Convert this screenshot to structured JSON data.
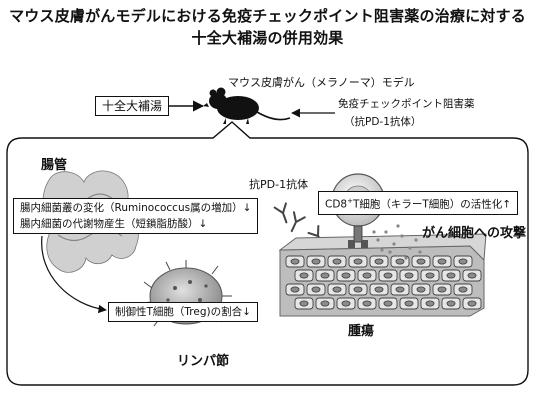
{
  "title": {
    "line1": "マウス皮膚がんモデルにおける免疫チェックポイント阻害薬の治療に対する",
    "line2": "十全大補湯の併用効果"
  },
  "top": {
    "herbal_medicine": "十全大補湯",
    "mouse_model": "マウス皮膚がん（メラノーマ）モデル",
    "inhibitor": "免疫チェックポイント阻害薬",
    "inhibitor_sub": "（抗PD-1抗体）"
  },
  "panel": {
    "intestine": "腸管",
    "microbe_line1": "腸内細菌叢の変化（Ruminococcus属の増加）↓",
    "microbe_line2": "腸内細菌の代謝物産生（短鎖脂肪酸）↓",
    "treg": "制御性T細胞（Treg)の割合↓",
    "lymph_node": "リンパ節",
    "antibody": "抗PD-1抗体",
    "cd8_prefix": "CD8",
    "cd8_sup": "+",
    "cd8_rest": "T細胞（キラーT細胞）の活性化↑",
    "attack": "がん細胞への攻撃",
    "tumor": "腫瘍"
  },
  "colors": {
    "line": "#111111",
    "panel_bg": "#ffffff",
    "tumor_cell": "#d9d9d9",
    "tumor_nucleus": "#8c8c8c",
    "lymph": "#9a9a9a",
    "intestine": "#cfcfcf"
  }
}
